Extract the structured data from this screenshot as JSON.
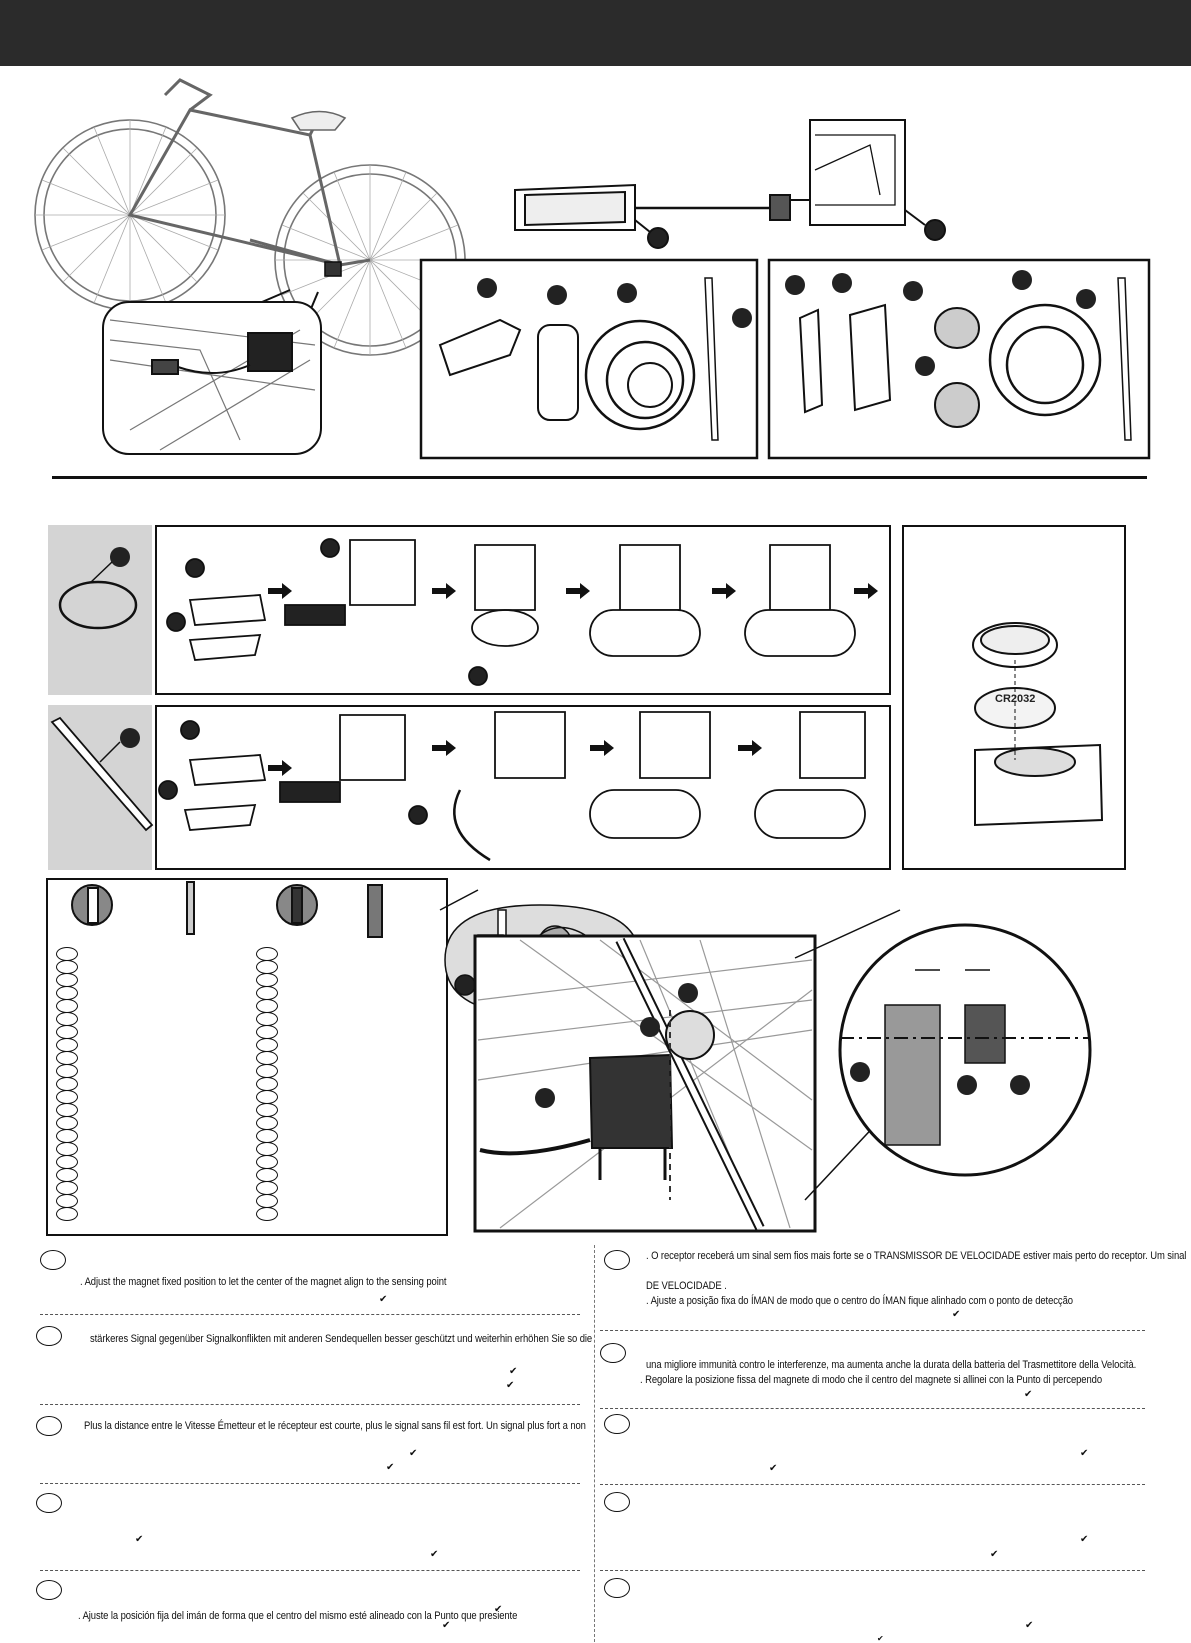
{
  "battery": {
    "label": "CR2032"
  },
  "instructions": {
    "en": {
      "line1": ". Adjust the magnet fixed position to let the center of the magnet align to the sensing point"
    },
    "de": {
      "line1": "stärkeres Signal gegenüber Signalkonflikten mit anderen Sendequellen besser geschützt und weiterhin erhöhen Sie so die"
    },
    "fr": {
      "line1": "Plus la distance entre le Vitesse Émetteur et le récepteur est courte, plus le signal sans fil est fort. Un signal plus fort a non"
    },
    "es": {
      "line1": ". Ajuste la posición fija del imán de forma que el centro del mismo esté alineado con la Punto que presiente"
    },
    "pt": {
      "line1": ". O receptor receberá um sinal sem fios mais forte se o TRANSMISSOR DE VELOCIDADE estiver mais perto do receptor. Um sinal",
      "line2": "DE VELOCIDADE .",
      "line3": ". Ajuste a posição fixa do ÍMAN de modo que o centro do ÍMAN  fique alinhado com o ponto de detecção"
    },
    "it": {
      "line1": "una migliore immunità contro le interferenze, ma aumenta anche la durata della batteria del Trasmettitore della Velocità.",
      "line2": ". Regolare la posizione fissa del magnete di modo che il centro del magnete si allinei con la Punto di percependo"
    }
  }
}
